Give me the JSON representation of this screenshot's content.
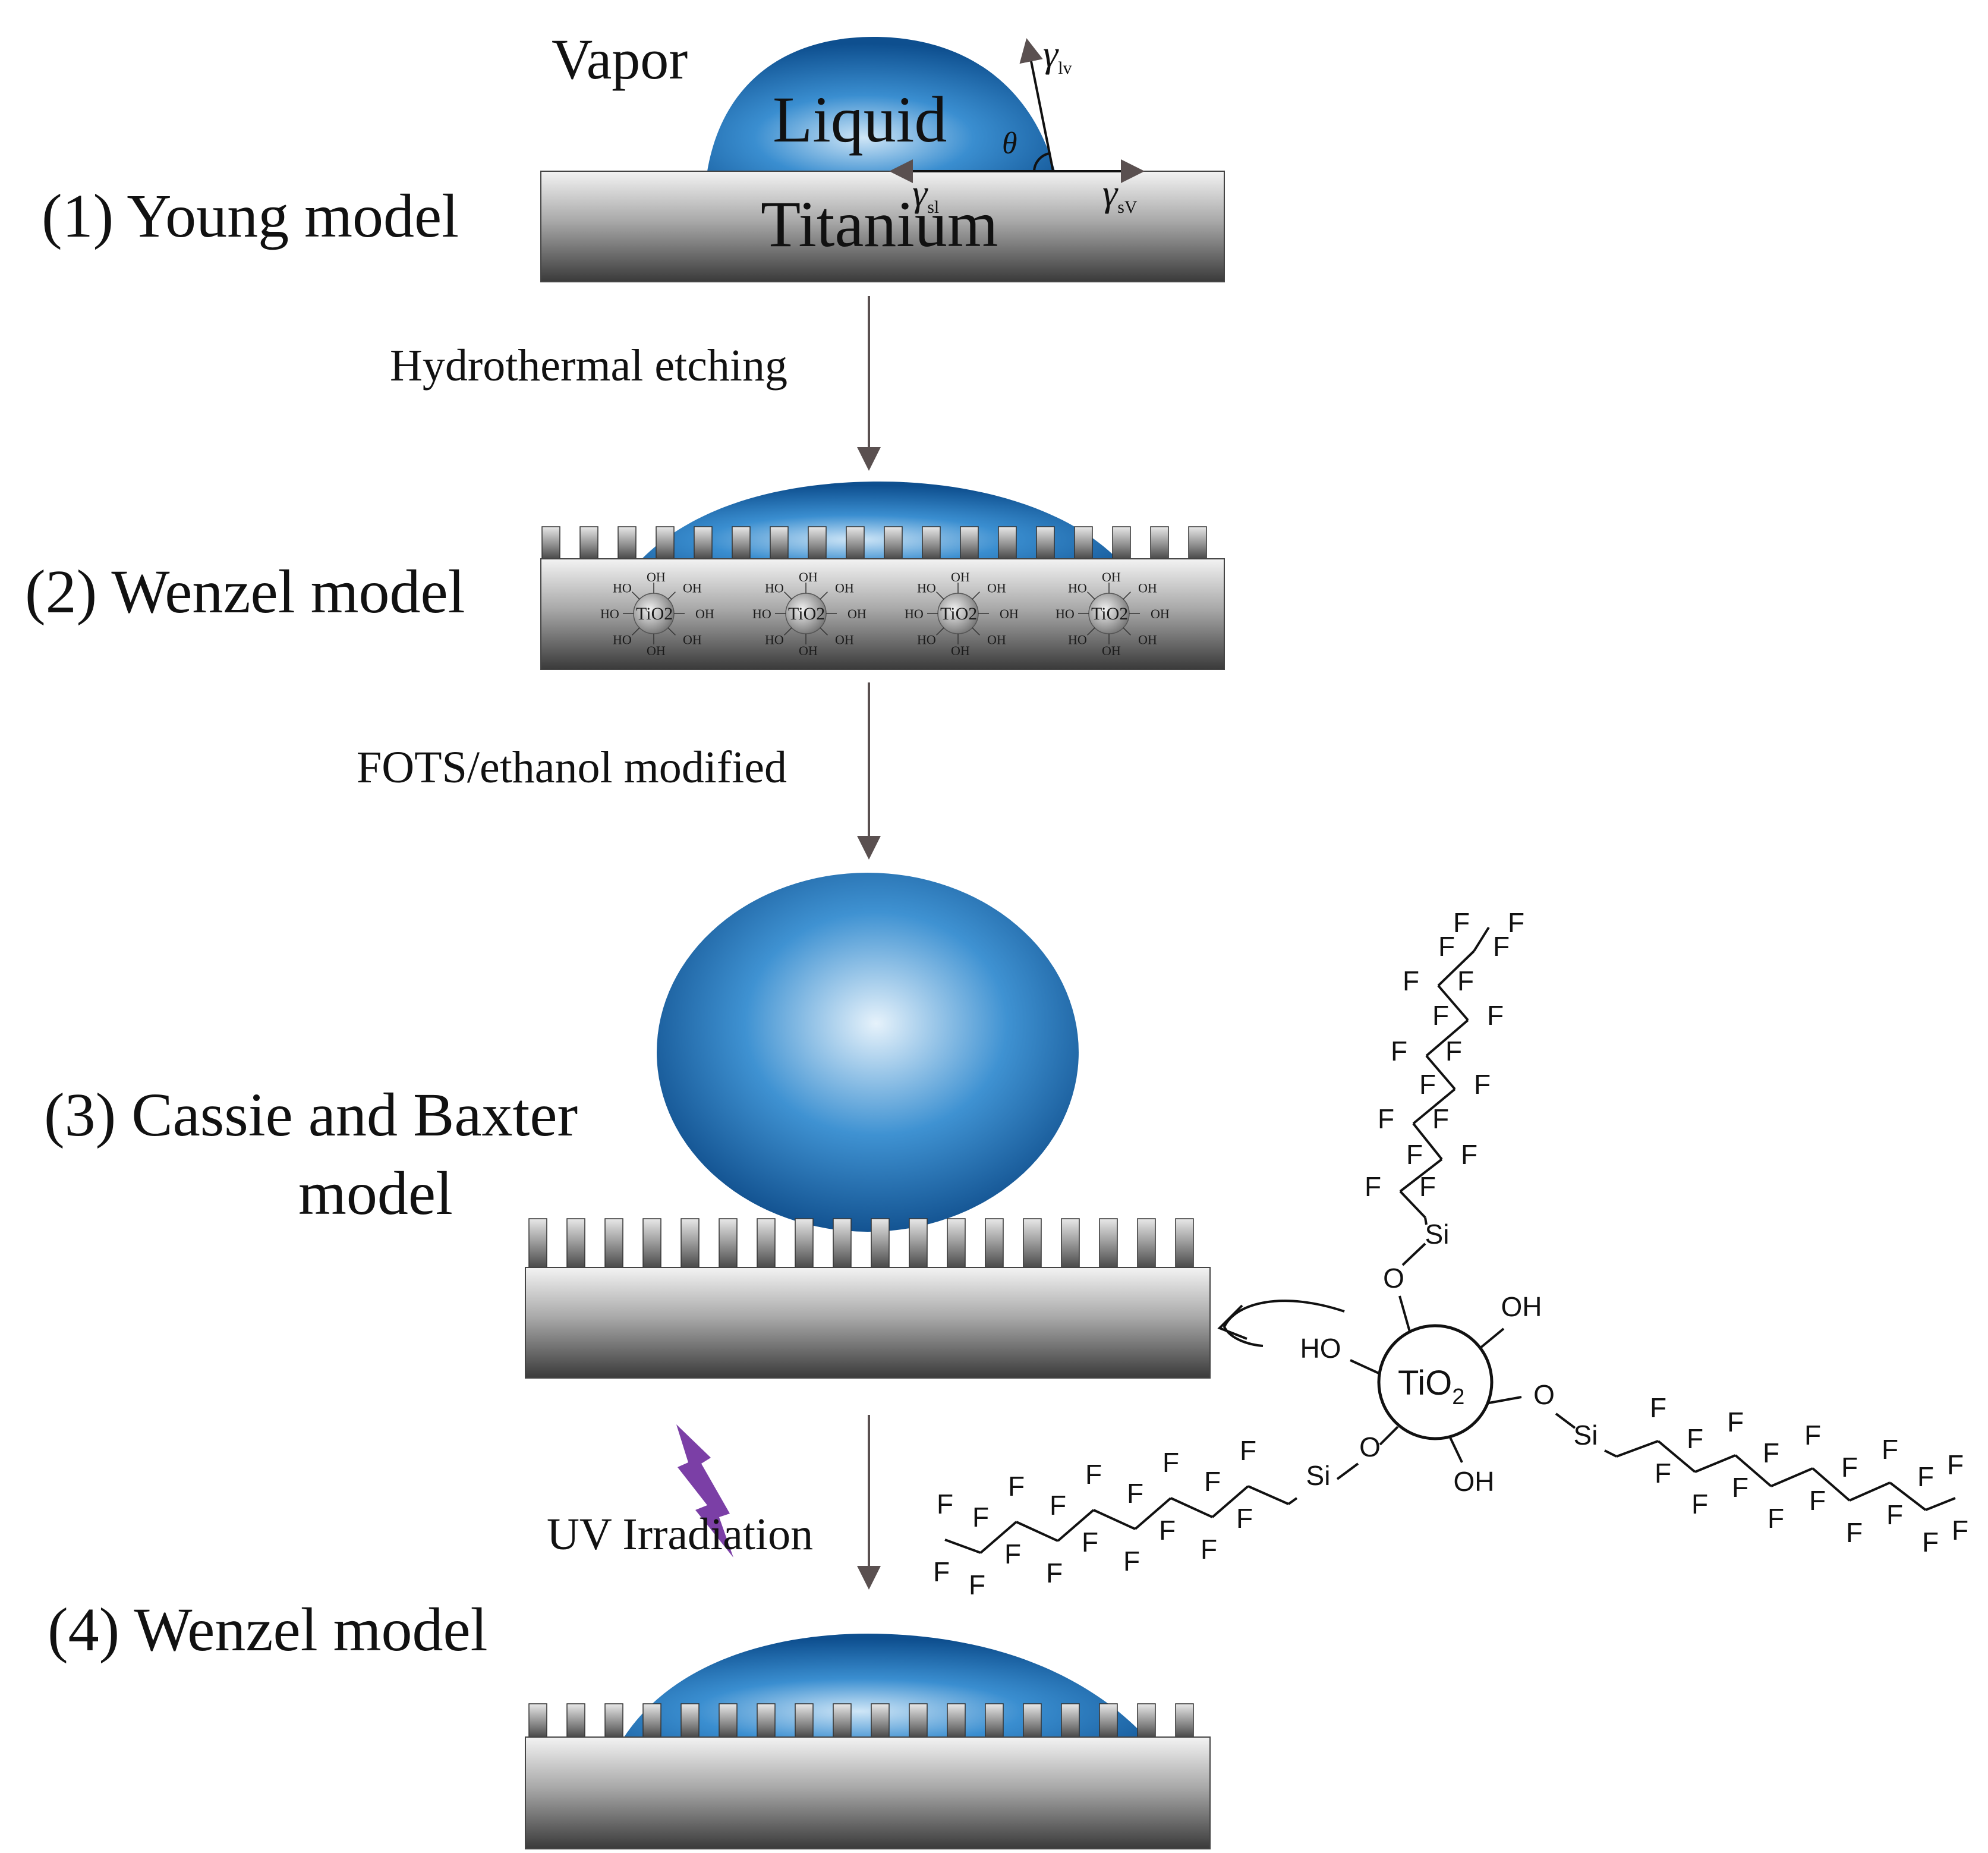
{
  "stages": [
    {
      "label": "(1) Young model"
    },
    {
      "label": "(2) Wenzel model"
    },
    {
      "label": "(3) Cassie and Baxter",
      "label_line2": "model"
    },
    {
      "label": "(4) Wenzel model"
    }
  ],
  "young": {
    "vapor": "Vapor",
    "liquid": "Liquid",
    "substrate": "Titanium",
    "theta": "θ",
    "gamma": "γ",
    "sub_lv": "lv",
    "sub_sl": "sl",
    "sub_sv": "sV"
  },
  "steps": [
    {
      "label": "Hydrothermal etching"
    },
    {
      "label": "FOTS/ethanol modified"
    },
    {
      "label": "UV Irradiation"
    }
  ],
  "hydroxylated": {
    "core": "TiO2",
    "group": "OH",
    "group_rev": "HO"
  },
  "molecule": {
    "core": "TiO",
    "core_sub": "2",
    "oh": "OH",
    "ho": "HO",
    "si": "Si",
    "o": "O",
    "f": "F"
  },
  "colors": {
    "droplet_light": "#cfe6f7",
    "droplet_mid": "#3a8ed0",
    "droplet_dark": "#0e4f8f",
    "metal_light": "#f2f2f2",
    "metal_dark": "#3c3c3c",
    "arrow": "#5a5050",
    "uv": "#7b3fa6"
  }
}
